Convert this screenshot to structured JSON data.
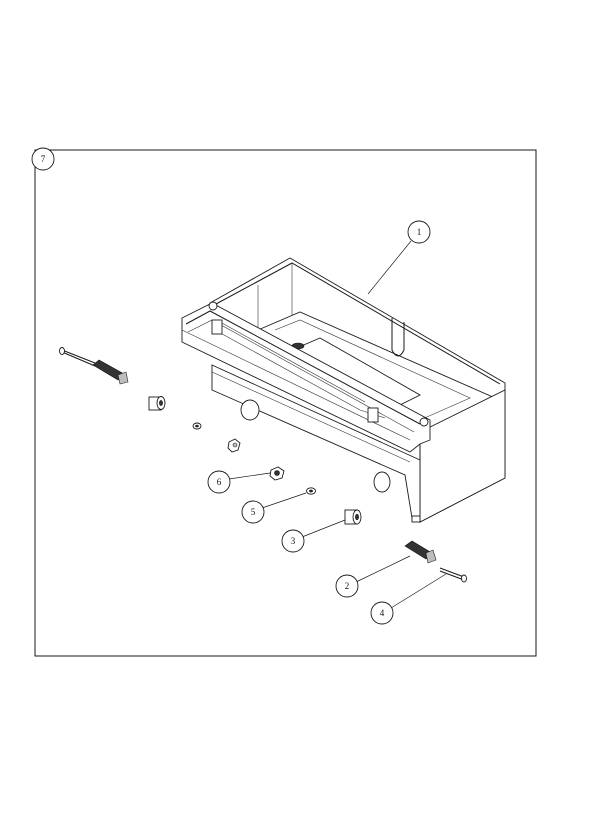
{
  "drawing": {
    "frame_number": "7",
    "callouts": [
      {
        "id": "callout-1",
        "label": "1",
        "part": "tray-housing"
      },
      {
        "id": "callout-2",
        "label": "2",
        "part": "latch-pin"
      },
      {
        "id": "callout-3",
        "label": "3",
        "part": "spacer-bushing"
      },
      {
        "id": "callout-4",
        "label": "4",
        "part": "shaft-pin"
      },
      {
        "id": "callout-5",
        "label": "5",
        "part": "flat-washer"
      },
      {
        "id": "callout-6",
        "label": "6",
        "part": "hex-nut"
      }
    ]
  }
}
